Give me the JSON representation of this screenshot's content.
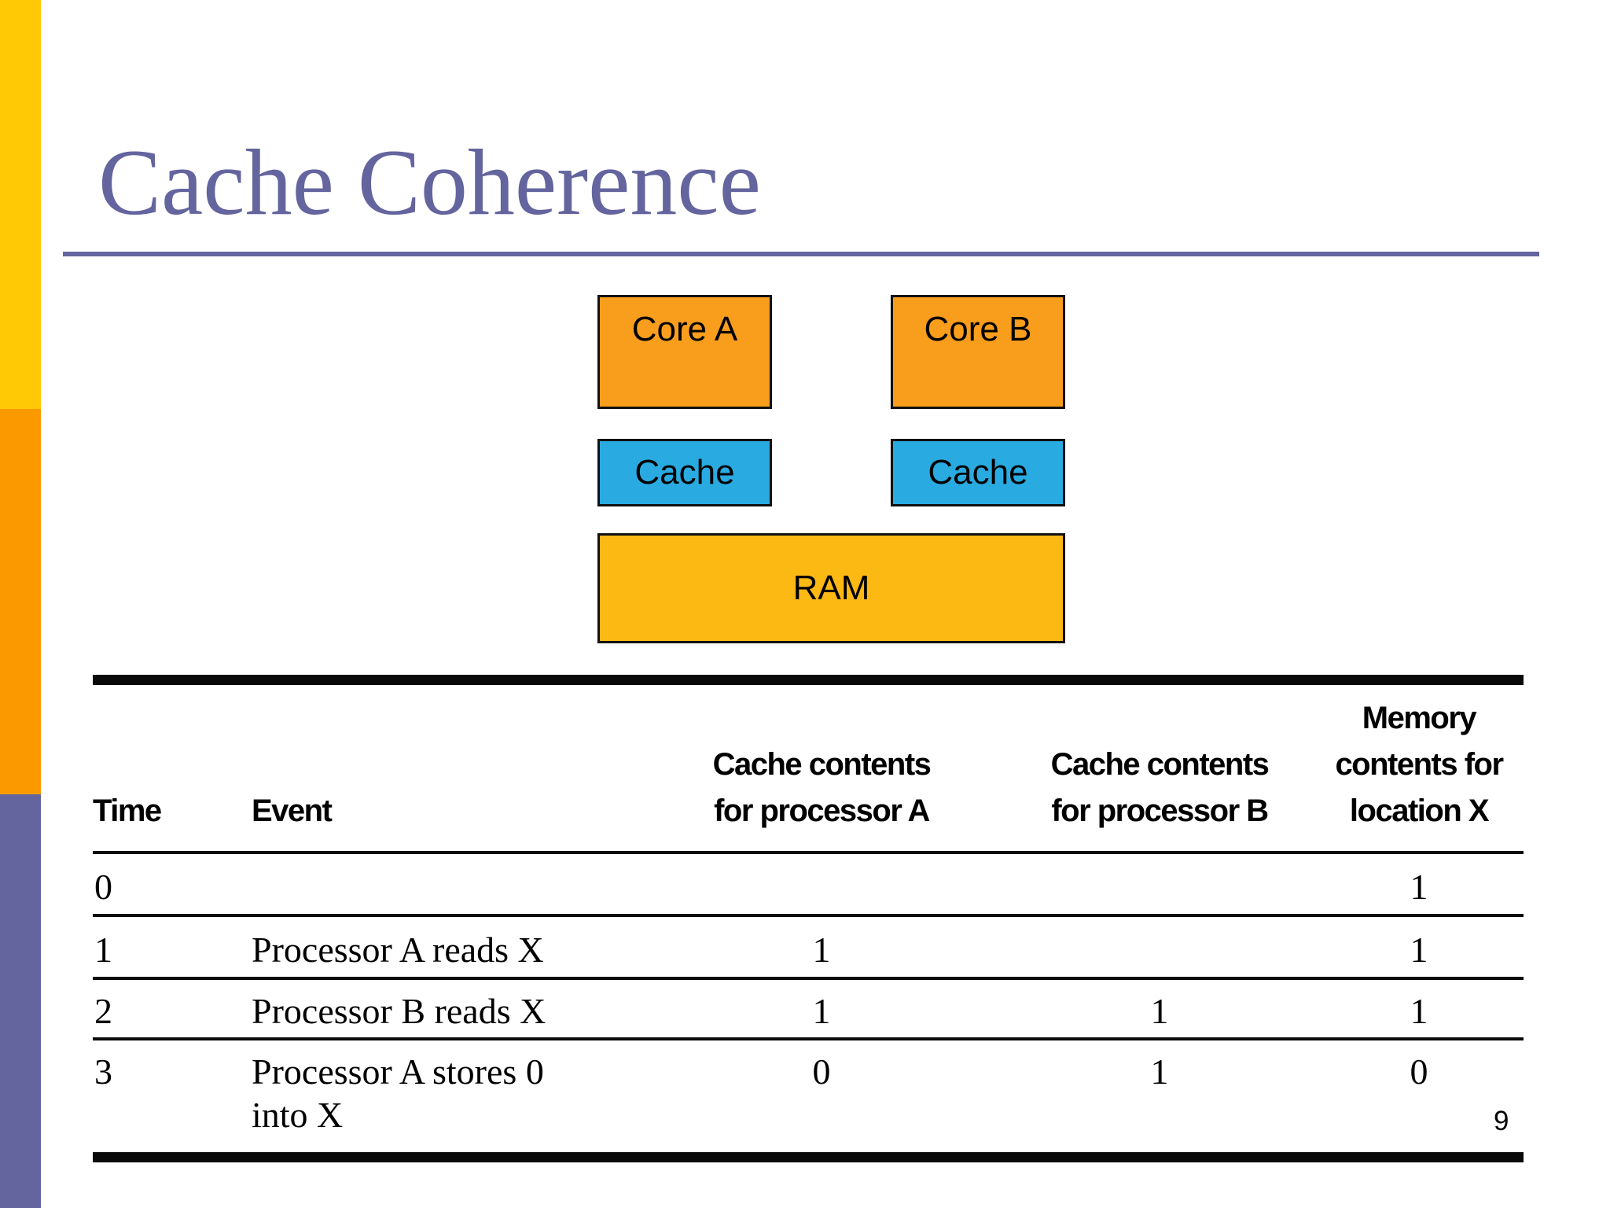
{
  "slide": {
    "title": "Cache Coherence",
    "page_number": "9"
  },
  "diagram": {
    "core_a_label": "Core A",
    "core_b_label": "Core B",
    "cache_a_label": "Cache",
    "cache_b_label": "Cache",
    "ram_label": "RAM"
  },
  "table": {
    "headers": {
      "time": "Time",
      "event": "Event",
      "cache_a_line1": "Cache contents",
      "cache_a_line2": "for processor A",
      "cache_b_line1": "Cache contents",
      "cache_b_line2": "for processor B",
      "memory_line1": "Memory",
      "memory_line2": "contents for",
      "memory_line3": "location X"
    },
    "rows": [
      {
        "time": "0",
        "event": "",
        "cache_a": "",
        "cache_b": "",
        "memory": "1"
      },
      {
        "time": "1",
        "event": "Processor A reads X",
        "cache_a": "1",
        "cache_b": "",
        "memory": "1"
      },
      {
        "time": "2",
        "event": "Processor B reads X",
        "cache_a": "1",
        "cache_b": "1",
        "memory": "1"
      },
      {
        "time": "3",
        "event_line1": "Processor A stores 0",
        "event_line2": "into X",
        "cache_a": "0",
        "cache_b": "1",
        "memory": "0"
      }
    ]
  },
  "colors": {
    "title_text": "#64649E",
    "title_rule": "#64649E",
    "sidebar_yellow": "#FFC905",
    "sidebar_orange": "#FB9900",
    "sidebar_purple": "#64659E",
    "core_box": "#F99D1C",
    "cache_box": "#29ABE2",
    "ram_box": "#FCB813",
    "table_lines": "#0A0A0A"
  }
}
